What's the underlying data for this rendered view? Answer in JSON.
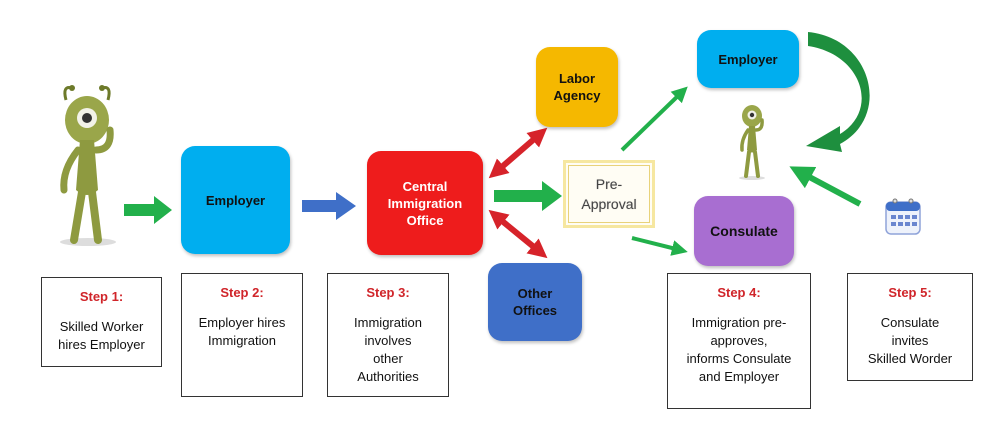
{
  "nodes": {
    "employer_center": "Employer",
    "central_office": "Central\nImmigration\nOffice",
    "labor_agency": "Labor\nAgency",
    "other_offices": "Other\nOffices",
    "pre_approval": "Pre-\nApproval",
    "employer_top": "Employer",
    "consulate": "Consulate"
  },
  "steps": [
    {
      "title": "Step 1:",
      "desc": "Skilled Worker\nhires Employer"
    },
    {
      "title": "Step 2:",
      "desc": "Employer hires\nImmigration"
    },
    {
      "title": "Step 3:",
      "desc": "Immigration\ninvolves\nother\nAuthorities"
    },
    {
      "title": "Step 4:",
      "desc": "Immigration pre-\napproves,\ninforms Consulate\nand Employer"
    },
    {
      "title": "Step 5:",
      "desc": "Consulate\ninvites\nSkilled Worder"
    }
  ],
  "colors": {
    "employer": "#00aeef",
    "central_office": "#ee1c1c",
    "labor_agency": "#f5b800",
    "other_offices": "#3f6fc8",
    "consulate": "#a86ed1",
    "arrow_green": "#22b04b",
    "arrow_blue": "#3f6fc8",
    "arrow_red": "#d6232a",
    "step_title": "#d0252a"
  },
  "icons": [
    "alien-figure-icon",
    "calendar-icon"
  ]
}
